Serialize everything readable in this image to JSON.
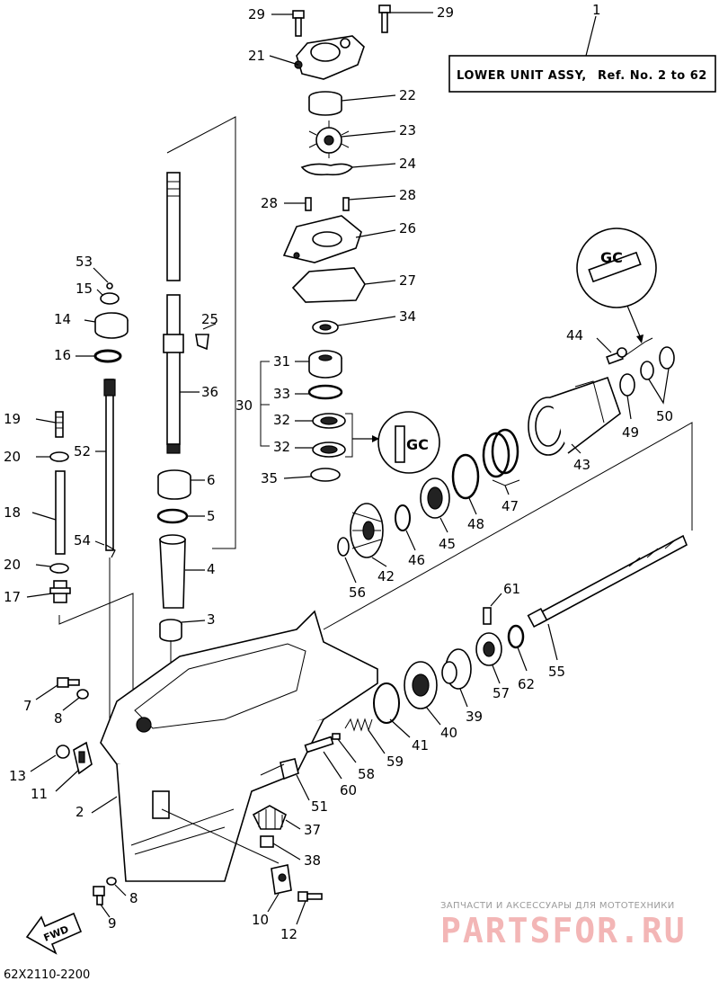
{
  "assembly": {
    "ref_number": "1",
    "title": "LOWER UNIT ASSY,",
    "ref_range": "Ref. No. 2 to 62"
  },
  "diagram_code": "62X2110-2200",
  "direction_arrow": "FWD",
  "callouts": {
    "n2": "2",
    "n3": "3",
    "n4": "4",
    "n5": "5",
    "n6": "6",
    "n7": "7",
    "n8a": "8",
    "n8b": "8",
    "n9": "9",
    "n10": "10",
    "n11": "11",
    "n12": "12",
    "n13": "13",
    "n14": "14",
    "n15": "15",
    "n16": "16",
    "n17": "17",
    "n18": "18",
    "n19": "19",
    "n20a": "20",
    "n20b": "20",
    "n21": "21",
    "n22": "22",
    "n23": "23",
    "n24": "24",
    "n25": "25",
    "n26": "26",
    "n27": "27",
    "n28a": "28",
    "n28b": "28",
    "n29a": "29",
    "n29b": "29",
    "n30": "30",
    "n31": "31",
    "n32a": "32",
    "n32b": "32",
    "n33": "33",
    "n34": "34",
    "n35": "35",
    "n36": "36",
    "n37": "37",
    "n38": "38",
    "n39": "39",
    "n40": "40",
    "n41": "41",
    "n42": "42",
    "n43": "43",
    "n44": "44",
    "n45": "45",
    "n46": "46",
    "n47": "47",
    "n48": "48",
    "n49": "49",
    "n50": "50",
    "n51": "51",
    "n52": "52",
    "n53": "53",
    "n54": "54",
    "n55": "55",
    "n56": "56",
    "n57": "57",
    "n58": "58",
    "n59": "59",
    "n60": "60",
    "n61": "61",
    "n62": "62"
  },
  "watermark": {
    "caption": "ЗАПЧАСТИ И АКСЕССУАРЫ ДЛЯ МОТОТЕХНИКИ",
    "brand": "PARTSFOR.RU"
  }
}
